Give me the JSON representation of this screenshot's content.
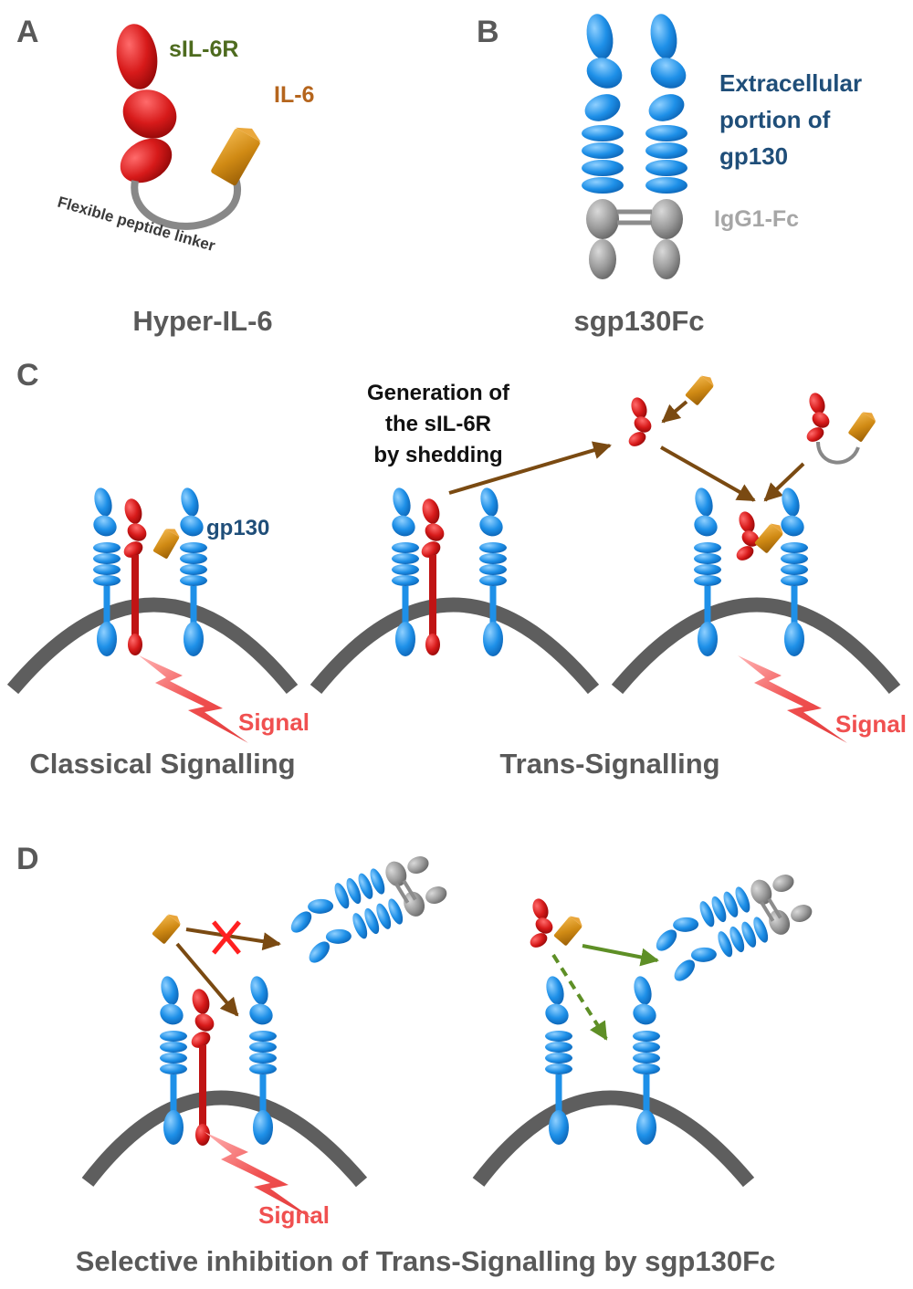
{
  "panels": {
    "a": "A",
    "b": "B",
    "c": "C",
    "d": "D"
  },
  "panel_a": {
    "receptor_label": "sIL-6R",
    "ligand_label": "IL-6",
    "linker_label": "Flexible peptide linker",
    "caption": "Hyper-IL-6"
  },
  "panel_b": {
    "gp130_label_lines": [
      "Extracellular",
      "portion of",
      "gp130"
    ],
    "fc_label": "IgG1-Fc",
    "caption": "sgp130Fc"
  },
  "panel_c": {
    "gp130_label": "gp130",
    "shedding_lines": [
      "Generation of",
      "the sIL-6R",
      "by shedding"
    ],
    "signal_label": "Signal",
    "classical_caption": "Classical Signalling",
    "trans_caption": "Trans-Signalling"
  },
  "panel_d": {
    "signal_label": "Signal",
    "caption": "Selective inhibition of Trans-Signalling by sgp130Fc"
  },
  "colors": {
    "gp130": "#1e90e8",
    "il6r": "#d71a1a",
    "il6": "#d08a14",
    "fc": "#8c8c8c",
    "membrane": "#5e5e5e",
    "arrow": "#7a4a12",
    "green_arrow": "#5e8f26",
    "signal": "#f05050",
    "label_green": "#4e6b1f",
    "label_orange": "#b5651d",
    "label_blue": "#1f4e79",
    "label_grey": "#a6a6a6"
  }
}
